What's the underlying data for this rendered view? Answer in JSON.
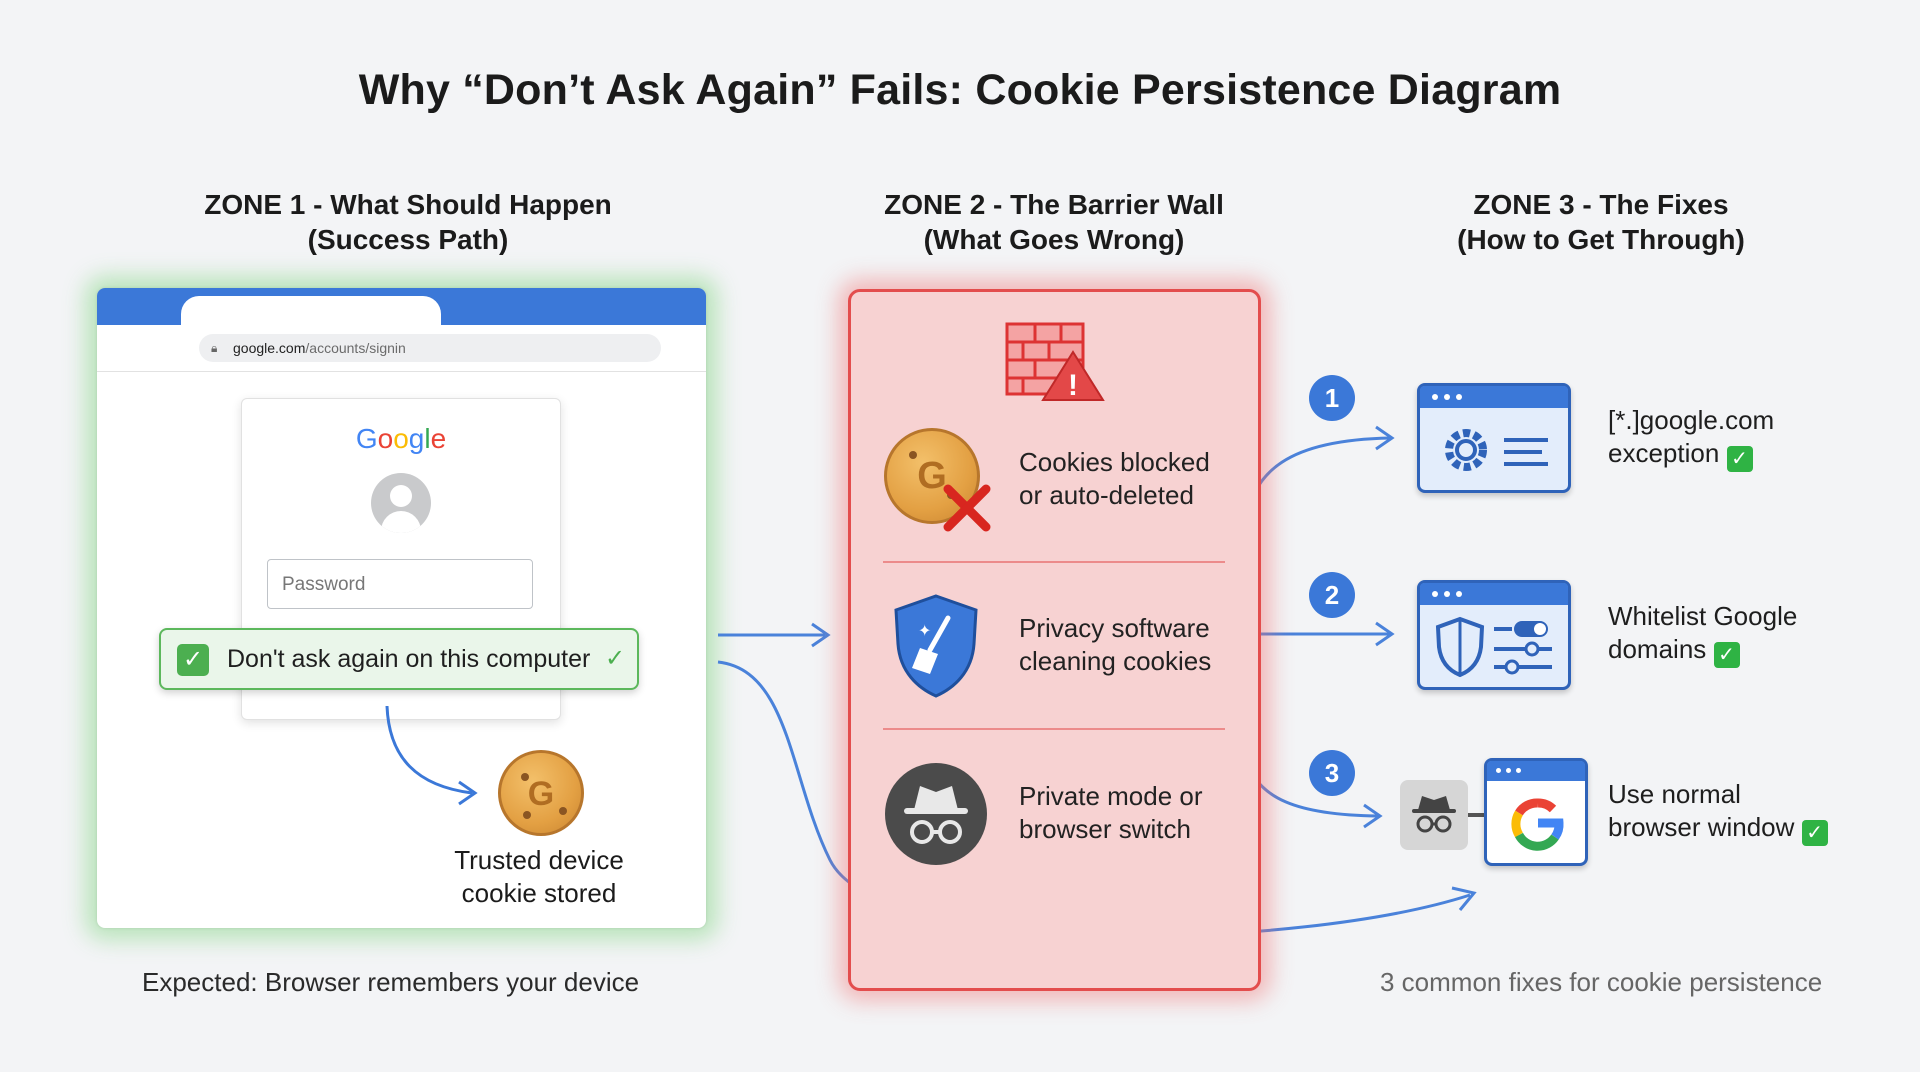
{
  "title": "Why “Don’t Ask Again” Fails: Cookie Persistence Diagram",
  "zones": {
    "zone1": {
      "line1": "ZONE 1 - What Should Happen",
      "line2": "(Success Path)"
    },
    "zone2": {
      "line1": "ZONE 2 - The Barrier Wall",
      "line2": "(What Goes Wrong)"
    },
    "zone3": {
      "line1": "ZONE 3 - The Fixes",
      "line2": "(How to Get Through)"
    }
  },
  "browser": {
    "url_domain": "google.com",
    "url_path": "/accounts/signin",
    "logo": "Google",
    "password_placeholder": "Password",
    "checkbox_label": "Don't ask again on this computer",
    "cookie_letter": "G",
    "trusted_line1": "Trusted device",
    "trusted_line2": "cookie stored"
  },
  "zone1_caption": "Expected: Browser remembers your device",
  "barriers": [
    {
      "line1": "Cookies blocked",
      "line2": "or auto-deleted",
      "icon": "broken-cookie-icon"
    },
    {
      "line1": "Privacy software",
      "line2": "cleaning cookies",
      "icon": "shield-broom-icon"
    },
    {
      "line1": "Private mode or",
      "line2": "browser switch",
      "icon": "incognito-icon"
    }
  ],
  "fixes": [
    {
      "number": "1",
      "line1": "[*.]google.com",
      "line2": "exception",
      "icon": "settings-window-icon"
    },
    {
      "number": "2",
      "line1": "Whitelist Google",
      "line2": "domains",
      "icon": "shield-sliders-window-icon"
    },
    {
      "number": "3",
      "line1": "Use normal",
      "line2": "browser window",
      "icon": "google-window-icon"
    }
  ],
  "check_mark": "✓",
  "fixes_caption": "3 common fixes for cookie persistence",
  "colors": {
    "success_green": "#4caf50",
    "barrier_red": "#e34d4d",
    "fix_blue": "#3b78d8",
    "background": "#f3f4f6"
  }
}
